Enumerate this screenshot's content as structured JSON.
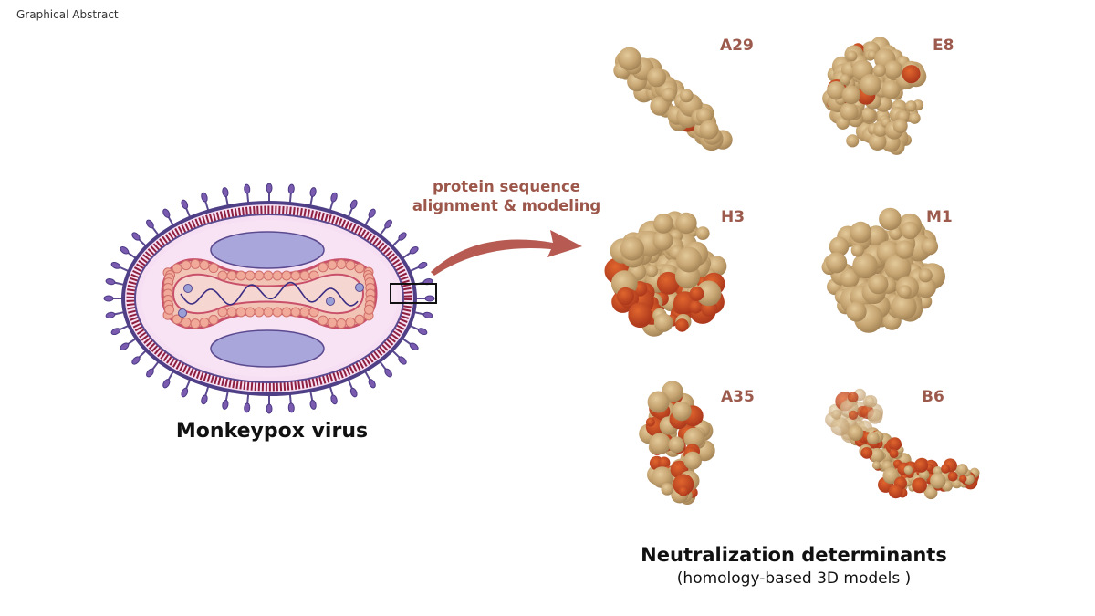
{
  "header": {
    "label": "Graphical Abstract"
  },
  "virus": {
    "title": "Monkeypox virus"
  },
  "arrow": {
    "label_line1": "protein sequence",
    "label_line2": "alignment & modeling"
  },
  "proteins": [
    {
      "name": "A29"
    },
    {
      "name": "E8"
    },
    {
      "name": "H3"
    },
    {
      "name": "M1"
    },
    {
      "name": "A35"
    },
    {
      "name": "B6"
    }
  ],
  "footer": {
    "title": "Neutralization determinants",
    "subtitle": "(homology-based 3D models )"
  },
  "colors": {
    "label_brown": "#9c5a4d",
    "arrow": "#b65a52",
    "protein_tan": "#c9a776",
    "protein_red": "#c6421e",
    "virus_purple": "#5b4a8f",
    "virus_crimson": "#8e1f3f"
  }
}
